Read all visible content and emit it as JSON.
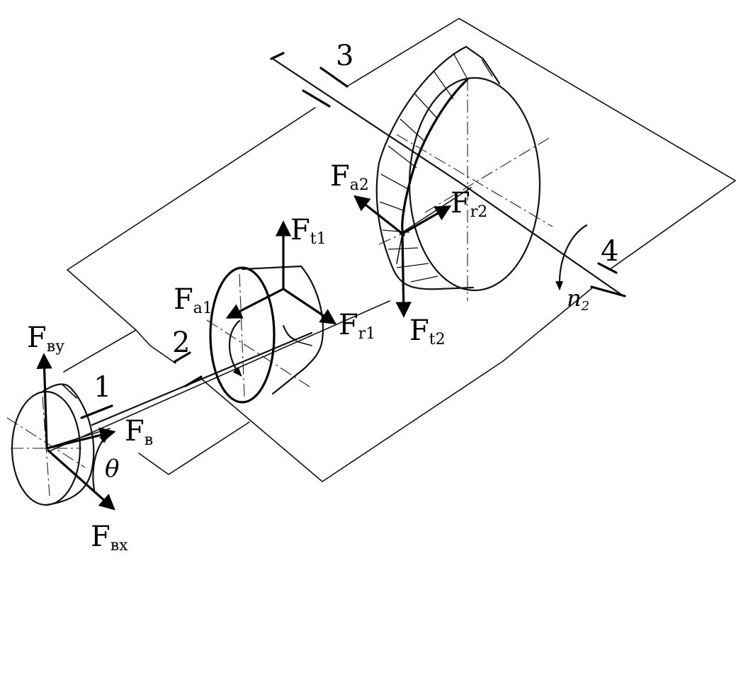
{
  "labels": {
    "support_1": "1",
    "support_2": "2",
    "support_3": "3",
    "support_4": "4",
    "force_fby": {
      "main": "F",
      "sub": "ву"
    },
    "force_fbx": {
      "main": "F",
      "sub": "вх"
    },
    "force_fb": {
      "main": "F",
      "sub": "в"
    },
    "force_ft1": {
      "main": "F",
      "sub": "t1"
    },
    "force_fa1": {
      "main": "F",
      "sub": "a1"
    },
    "force_fr1": {
      "main": "F",
      "sub": "r1"
    },
    "force_fa2": {
      "main": "F",
      "sub": "a2"
    },
    "force_fr2": {
      "main": "F",
      "sub": "r2"
    },
    "force_ft2": {
      "main": "F",
      "sub": "t2"
    },
    "angle_theta": "θ",
    "speed_n2": {
      "main": "n",
      "sub": "2"
    }
  },
  "colors": {
    "ink": "#000000",
    "background": "#ffffff"
  }
}
